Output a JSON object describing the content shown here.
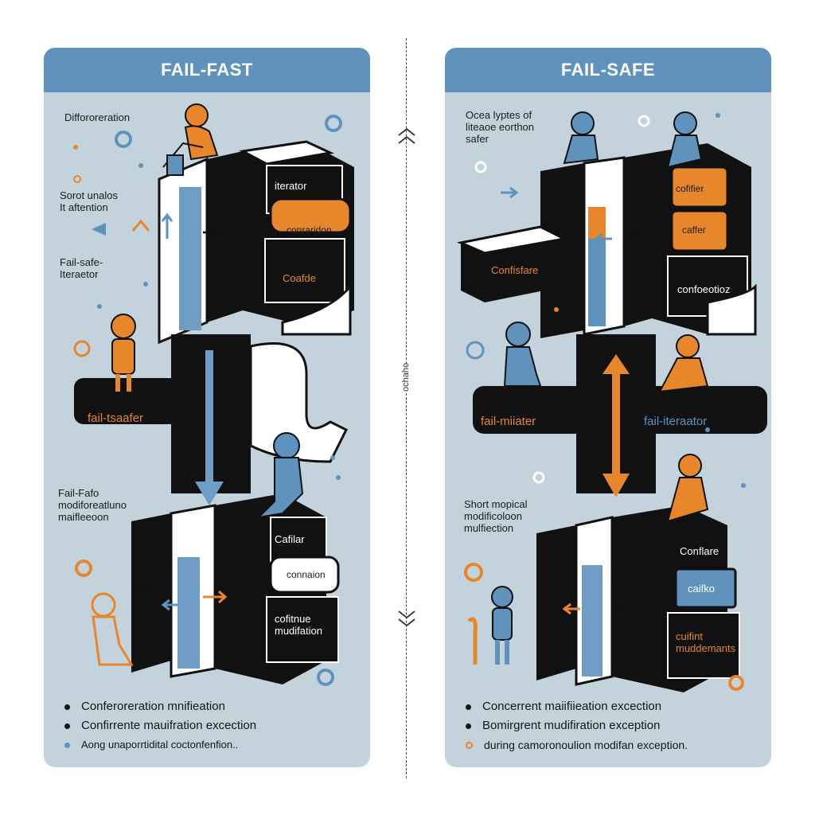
{
  "left": {
    "title": "FAIL-FAST",
    "notes": {
      "top": [
        "Diffororeration"
      ],
      "second": [
        "Sorot unalos",
        "It aftention"
      ],
      "third": [
        "Fail-safe-",
        "Iteraetor"
      ],
      "fourth": [
        "Fail-Fafo",
        "modiforeatluno",
        "maifleeoon"
      ]
    },
    "labels": {
      "block1": "iterator",
      "block2": "conraridon",
      "block3": "Coafde",
      "pipe": "fail-tsaafer",
      "block4": "Cafilar",
      "block5": "connaion",
      "block6": "cofitnue mudifation"
    },
    "bullets": [
      "Conferoreration mnifieation",
      "Confirrente mauifration excection",
      "Aong unaporrtidital coctonfenfion.."
    ]
  },
  "right": {
    "title": "FAIL-SAFE",
    "notes": {
      "top": [
        "Ocea lyptes of",
        "liteaoe eorthon",
        "safer"
      ],
      "second": [
        "Short mopical",
        "modificoloon",
        "mulfiection"
      ]
    },
    "labels": {
      "block1": "cofifier",
      "block2": "caffer",
      "side": "Confisfare",
      "block3": "confoeotioz",
      "pipe_left": "fail-miiater",
      "pipe_right": "fail-iteraator",
      "block4": "Conflare",
      "block5": "caifko",
      "block6": "cuifint muddemants"
    },
    "bullets": [
      "Concerrent maiifiieation excection",
      "Bomirgrent mudifiration exception",
      "during camoronoulion modifan exception."
    ]
  },
  "middle_label": "ochaho",
  "colors": {
    "panel": "#c3d3dc",
    "header": "#5f93bd",
    "orange": "#e8862c",
    "blue": "#5f93bd",
    "black": "#101010"
  }
}
